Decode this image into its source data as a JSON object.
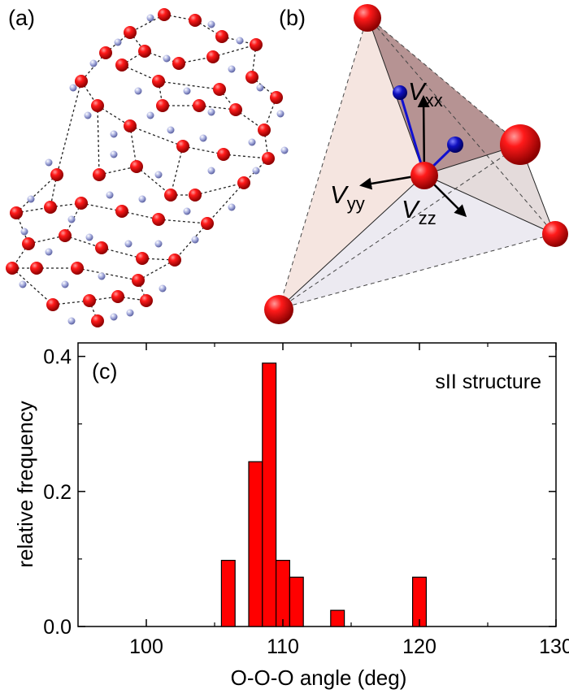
{
  "panels": {
    "a_label": "(a)",
    "b_label": "(b)",
    "c_label": "(c)"
  },
  "tensor": {
    "vxx_main": "V",
    "vxx_sub": "xx",
    "vyy_main": "V",
    "vyy_sub": "yy",
    "vzz_main": "V",
    "vzz_sub": "zz"
  },
  "colors": {
    "oxygen": "#e00000",
    "hydrogen": "#9aa0d8",
    "blue_atom": "#1010c0",
    "bar_fill": "#ff0000",
    "tetra_dark": "#a07070",
    "tetra_light": "#f3e4e0"
  },
  "chart_data": {
    "type": "bar",
    "annotation": "sII structure",
    "xlabel": "O-O-O angle (deg)",
    "ylabel": "relative frequency",
    "xlim": [
      95,
      130
    ],
    "ylim": [
      0,
      0.42
    ],
    "xticks": [
      100,
      110,
      120,
      130
    ],
    "xtick_labels": [
      "100",
      "110",
      "120",
      "130"
    ],
    "yticks": [
      0.0,
      0.2,
      0.4
    ],
    "ytick_labels": [
      "0.0",
      "0.2",
      "0.4"
    ],
    "bar_width": 1.0,
    "x": [
      106,
      108,
      109,
      110,
      111,
      114,
      120
    ],
    "values": [
      0.098,
      0.244,
      0.39,
      0.098,
      0.073,
      0.024,
      0.073
    ]
  }
}
